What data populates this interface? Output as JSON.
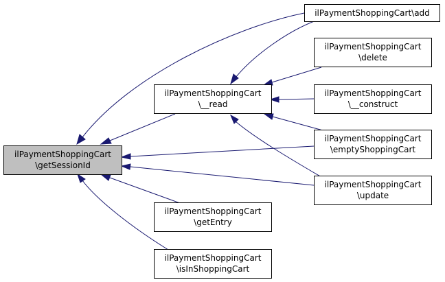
{
  "diagram": {
    "type": "call-graph",
    "colors": {
      "edge": "#191970",
      "root_fill": "#bfbfbf",
      "node_fill": "#ffffff",
      "border": "#000000"
    },
    "nodes": {
      "getSessionId": {
        "line1": "ilPaymentShoppingCart",
        "line2": "\\getSessionId"
      },
      "read": {
        "line1": "ilPaymentShoppingCart",
        "line2": "\\__read"
      },
      "getEntry": {
        "line1": "ilPaymentShoppingCart",
        "line2": "\\getEntry"
      },
      "isInShoppingCart": {
        "line1": "ilPaymentShoppingCart",
        "line2": "\\isInShoppingCart"
      },
      "add": {
        "line1": "ilPaymentShoppingCart\\add"
      },
      "delete": {
        "line1": "ilPaymentShoppingCart",
        "line2": "\\delete"
      },
      "construct": {
        "line1": "ilPaymentShoppingCart",
        "line2": "\\__construct"
      },
      "emptyShoppingCart": {
        "line1": "ilPaymentShoppingCart",
        "line2": "\\emptyShoppingCart"
      },
      "update": {
        "line1": "ilPaymentShoppingCart",
        "line2": "\\update"
      }
    },
    "edges": [
      {
        "from": "add",
        "to": "getSessionId"
      },
      {
        "from": "read",
        "to": "getSessionId"
      },
      {
        "from": "emptyShoppingCart",
        "to": "getSessionId"
      },
      {
        "from": "update",
        "to": "getSessionId"
      },
      {
        "from": "getEntry",
        "to": "getSessionId"
      },
      {
        "from": "isInShoppingCart",
        "to": "getSessionId"
      },
      {
        "from": "add",
        "to": "read"
      },
      {
        "from": "delete",
        "to": "read"
      },
      {
        "from": "construct",
        "to": "read"
      },
      {
        "from": "emptyShoppingCart",
        "to": "read"
      },
      {
        "from": "update",
        "to": "read"
      }
    ]
  }
}
